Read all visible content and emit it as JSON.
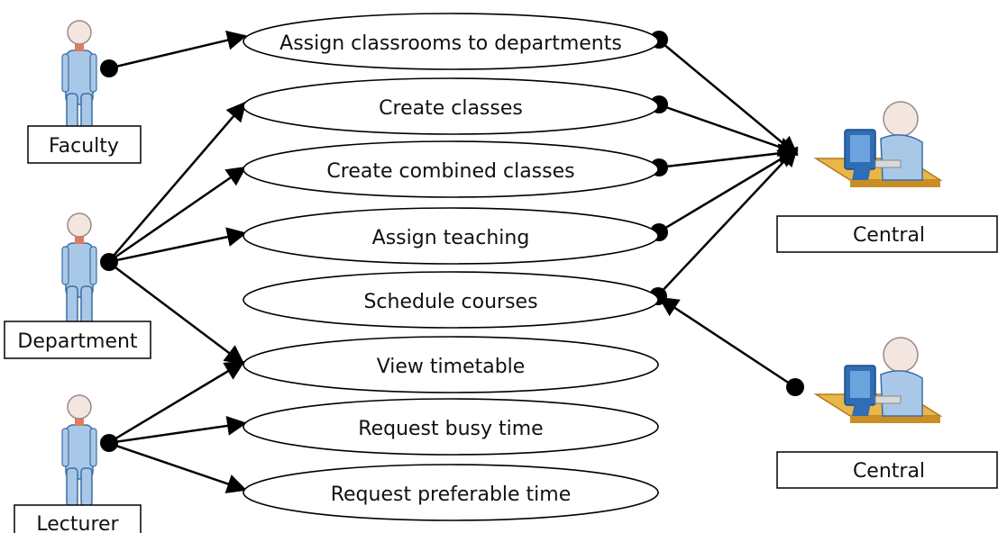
{
  "actors": {
    "faculty": {
      "label": "Faculty",
      "kind": "person-icon"
    },
    "department": {
      "label": "Department",
      "kind": "person-icon"
    },
    "lecturer": {
      "label": "Lecturer",
      "kind": "person-icon"
    },
    "central_1": {
      "label": "Central",
      "kind": "computer-user-icon"
    },
    "central_2": {
      "label": "Central",
      "kind": "computer-user-icon"
    }
  },
  "use_cases": {
    "assign_classrooms": "Assign classrooms to departments",
    "create_classes": "Create classes",
    "create_combined_classes": "Create combined classes",
    "assign_teaching": "Assign teaching",
    "schedule_courses": "Schedule courses",
    "view_timetable": "View timetable",
    "request_busy_time": "Request busy time",
    "request_preferable_time": "Request preferable time"
  },
  "colors": {
    "line": "#000000",
    "person_body": "#a9c8e8",
    "person_outline": "#3a6ea5",
    "person_head": "#f3e6e0",
    "desk": "#e9b64a",
    "monitor": "#2f6db5"
  }
}
